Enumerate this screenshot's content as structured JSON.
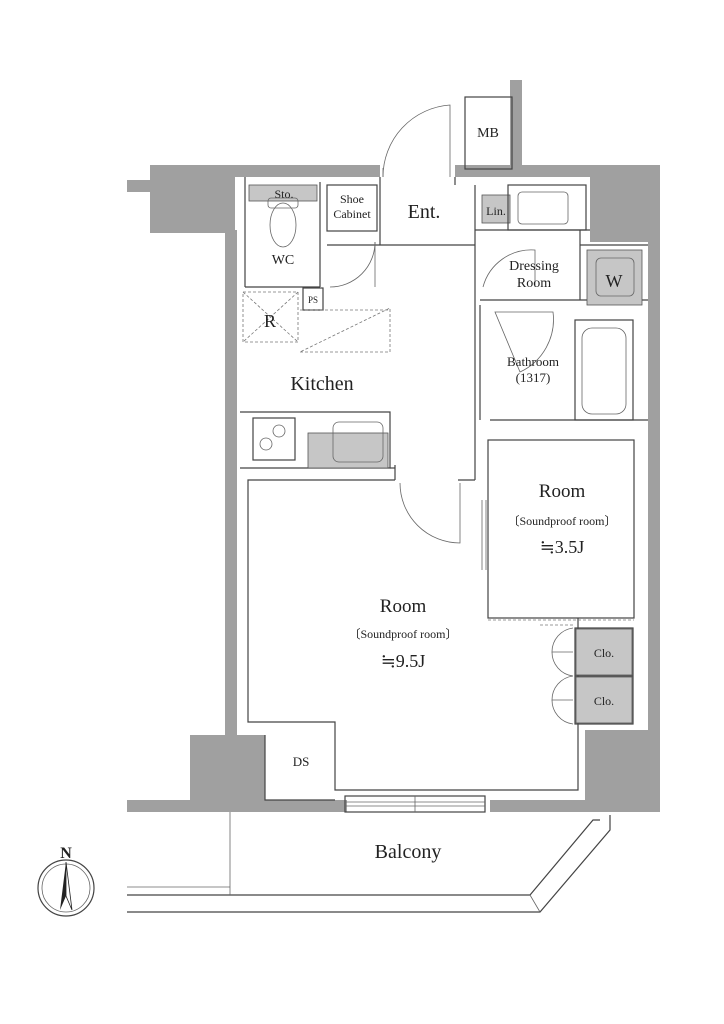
{
  "rooms": {
    "entrance": "Ent.",
    "meter_box": "MB",
    "storage": "Sto.",
    "shoe_cabinet_line1": "Shoe",
    "shoe_cabinet_line2": "Cabinet",
    "wc": "WC",
    "linen": "Lin.",
    "dressing_room_line1": "Dressing",
    "dressing_room_line2": "Room",
    "washer": "W",
    "refrigerator": "R",
    "pipe_space": "PS",
    "kitchen": "Kitchen",
    "bathroom_line1": "Bathroom",
    "bathroom_line2": "(1317)",
    "room_small": "Room",
    "room_small_note": "〔Soundproof room〕",
    "room_small_size": "≒3.5J",
    "room_main": "Room",
    "room_main_note": "〔Soundproof room〕",
    "room_main_size": "≒9.5J",
    "closet_1": "Clo.",
    "closet_2": "Clo.",
    "duct_space": "DS",
    "balcony": "Balcony"
  },
  "compass": {
    "north": "N"
  },
  "colors": {
    "wall": "#a0a0a0",
    "fixture": "#c6c6c6",
    "line": "#444444"
  }
}
